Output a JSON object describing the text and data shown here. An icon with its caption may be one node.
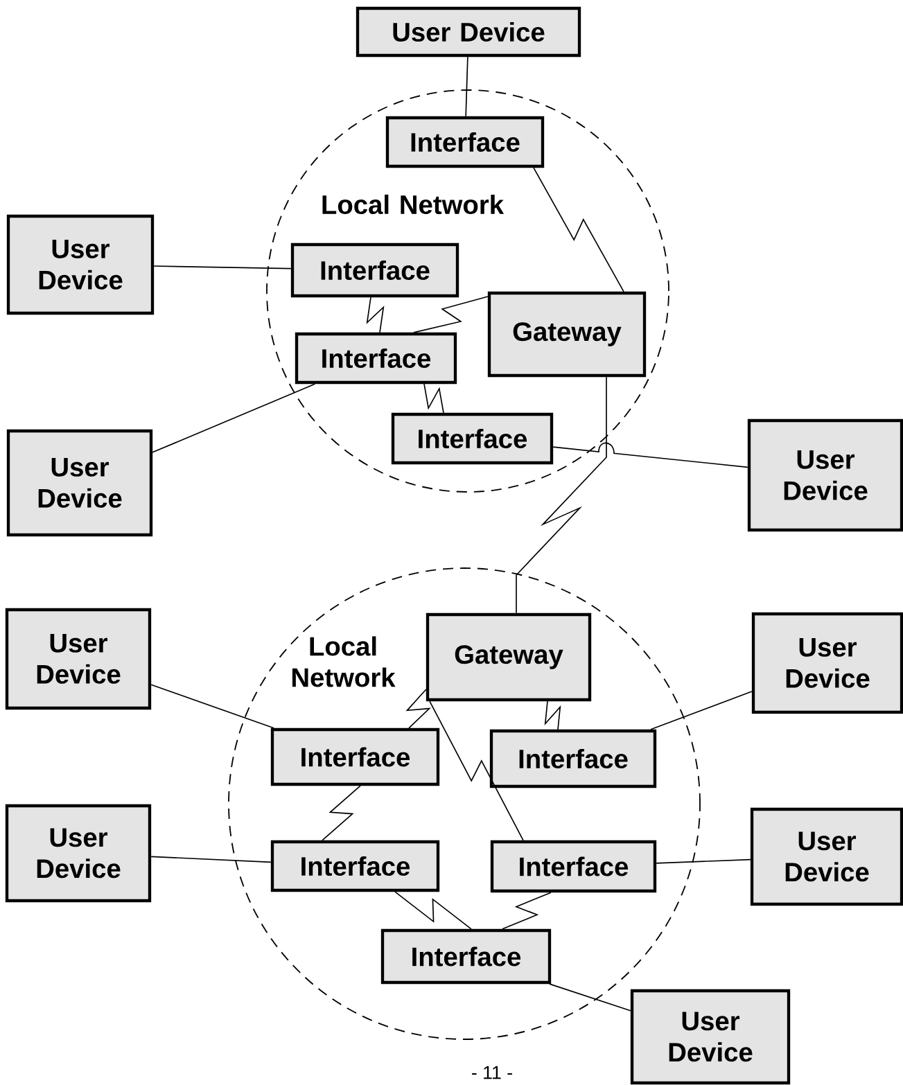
{
  "diagram": {
    "nodes": [
      {
        "text": [
          "User Device"
        ]
      },
      {
        "text": [
          "Local Network"
        ]
      },
      {
        "text": [
          "Interface"
        ],
        "in": 1
      },
      {
        "text": [
          "User Device"
        ]
      },
      {
        "text": [
          "Interface"
        ],
        "in": 1
      },
      {
        "text": [
          "Gateway"
        ],
        "in": 1
      },
      {
        "text": [
          "User Device"
        ]
      },
      {
        "text": [
          "Interface"
        ],
        "in": 1
      },
      {
        "text": [
          "Interface"
        ],
        "in": 1
      },
      {
        "text": [
          "User Device"
        ]
      },
      {
        "text": [
          "Local Network"
        ]
      },
      {
        "text": [
          "Gateway"
        ],
        "in": 10
      },
      {
        "text": [
          "User Device"
        ]
      },
      {
        "text": [
          "User Device"
        ]
      },
      {
        "text": [
          "Interface"
        ],
        "in": 10
      },
      {
        "text": [
          "Interface"
        ],
        "in": 10
      },
      {
        "text": [
          "User Device"
        ]
      },
      {
        "text": [
          "Interface"
        ],
        "in": 10
      },
      {
        "text": [
          "Interface"
        ],
        "in": 10
      },
      {
        "text": [
          "User Device"
        ]
      },
      {
        "text": [
          "Interface"
        ],
        "in": 10
      },
      {
        "text": [
          "User Device"
        ]
      }
    ],
    "edges": [
      {
        "from": 0,
        "to": 2,
        "arrow": "none"
      },
      {
        "from": 2,
        "to": 5,
        "arrow": "none"
      },
      {
        "from": 3,
        "to": 4,
        "arrow": "none"
      },
      {
        "from": 4,
        "to": 7,
        "arrow": "none"
      },
      {
        "from": 7,
        "to": 5,
        "arrow": "none"
      },
      {
        "from": 6,
        "to": 7,
        "arrow": "none"
      },
      {
        "from": 7,
        "to": 8,
        "arrow": "none"
      },
      {
        "from": 8,
        "to": 9,
        "arrow": "none"
      },
      {
        "from": 5,
        "to": 11,
        "arrow": "none"
      },
      {
        "from": 12,
        "to": 14,
        "arrow": "none"
      },
      {
        "from": 11,
        "to": 14,
        "arrow": "none"
      },
      {
        "from": 11,
        "to": 18,
        "arrow": "none"
      },
      {
        "from": 11,
        "to": 15,
        "arrow": "none"
      },
      {
        "from": 13,
        "to": 15,
        "arrow": "none"
      },
      {
        "from": 14,
        "to": 17,
        "arrow": "none"
      },
      {
        "from": 16,
        "to": 17,
        "arrow": "none"
      },
      {
        "from": 18,
        "to": 19,
        "arrow": "none"
      },
      {
        "from": 17,
        "to": 20,
        "arrow": "none"
      },
      {
        "from": 18,
        "to": 20,
        "arrow": "none"
      },
      {
        "from": 20,
        "to": 21,
        "arrow": "none"
      }
    ],
    "labels": [
      "- 11 -"
    ]
  }
}
